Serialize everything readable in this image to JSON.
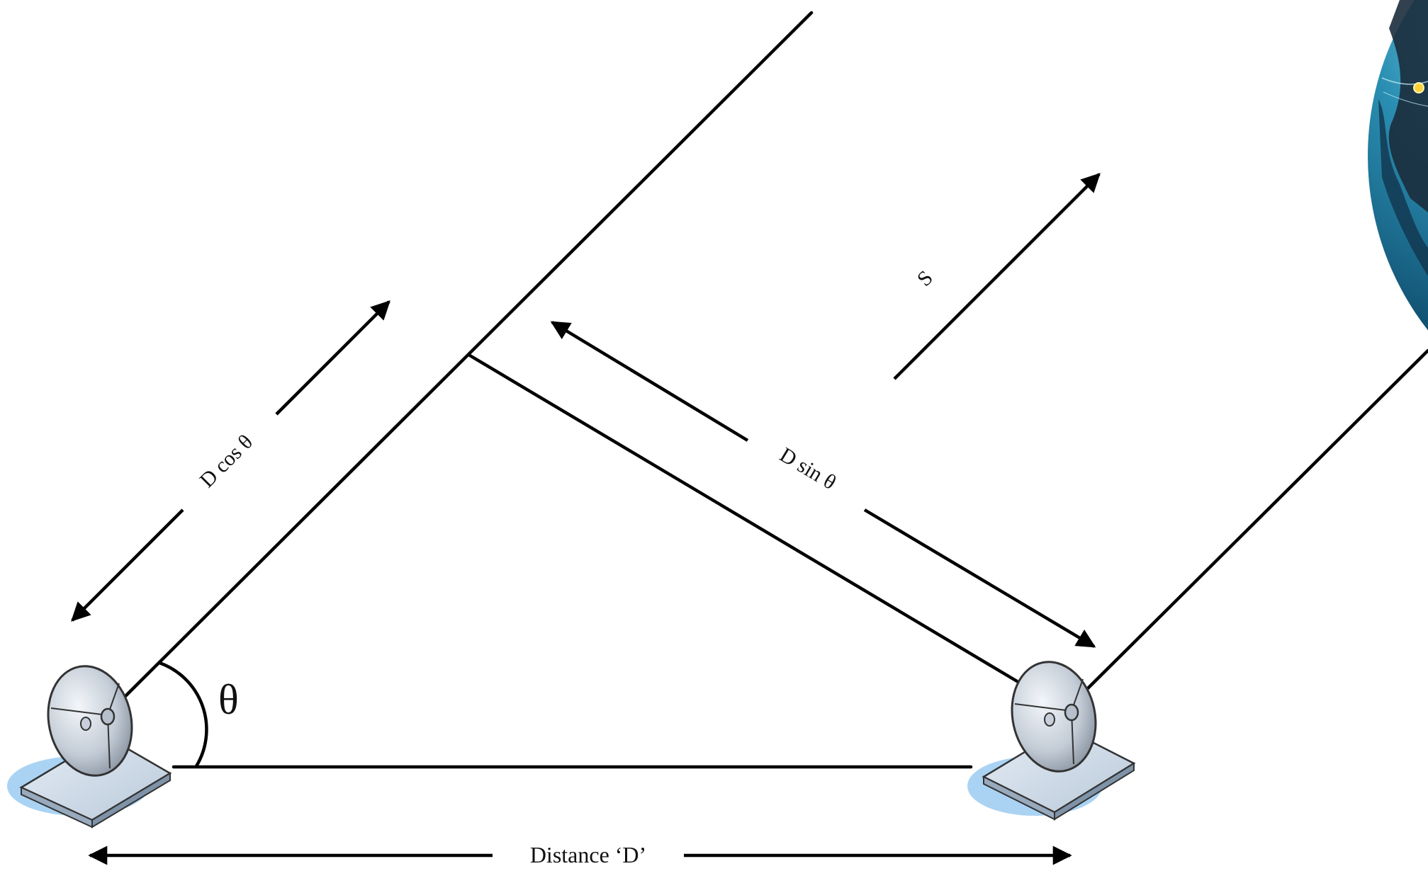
{
  "labels": {
    "theta": "θ",
    "d_cos_theta": "D cos θ",
    "d_sin_theta": "D sin θ",
    "s": "S",
    "distance": "Distance ‘D’"
  },
  "icons": {
    "left_antenna": "satellite-dish-icon",
    "right_antenna": "satellite-dish-icon",
    "globe": "globe-icon"
  }
}
